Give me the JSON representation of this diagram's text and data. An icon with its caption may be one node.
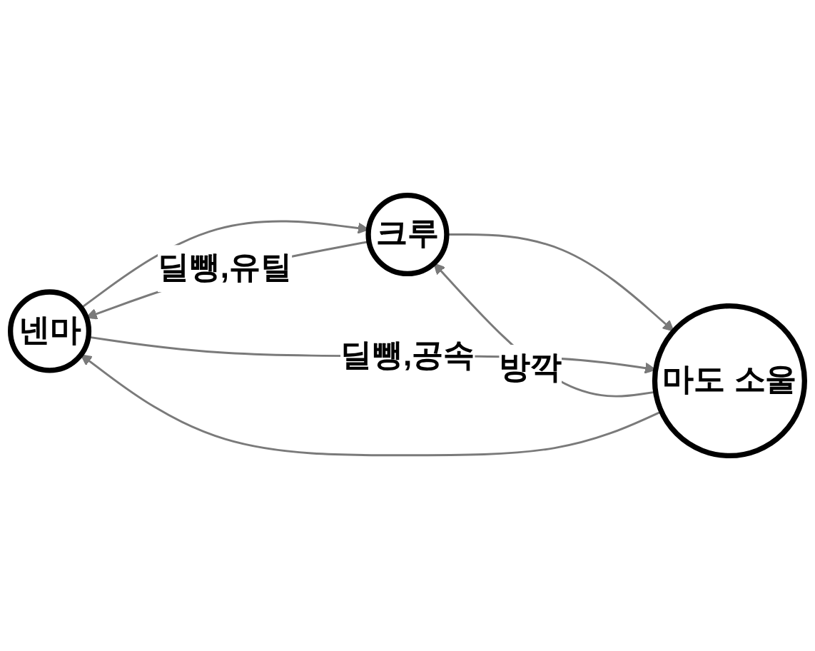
{
  "diagram": {
    "nodes": [
      {
        "text": [
          "크루"
        ]
      },
      {
        "text": [
          "넨마"
        ]
      },
      {
        "text": [
          "마도 소울"
        ]
      }
    ],
    "edges": [
      {
        "from": 0,
        "to": 1,
        "arrow": "to",
        "label": "딜뺑,유틸"
      },
      {
        "from": 1,
        "to": 0,
        "arrow": "to"
      },
      {
        "from": 0,
        "to": 2,
        "arrow": "to"
      },
      {
        "from": 2,
        "to": 0,
        "arrow": "to",
        "label": "방깍"
      },
      {
        "from": 2,
        "to": 1,
        "arrow": "to"
      },
      {
        "from": 1,
        "to": 2,
        "arrow": "to",
        "label": "딜뺑,공속"
      }
    ]
  }
}
